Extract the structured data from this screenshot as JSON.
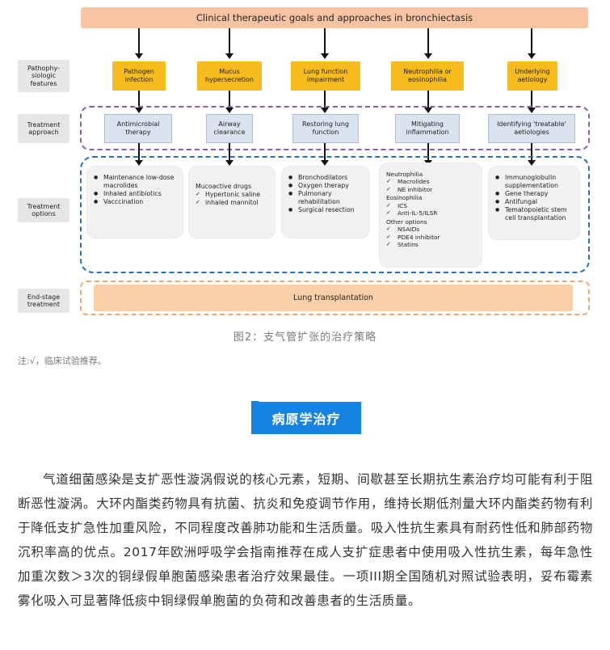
{
  "diagram": {
    "title": "Clinical therapeutic goals and approaches in bronchiectasis",
    "row_labels": {
      "pathophysiologic": "Pathophy-\nsiologic\nfeatures",
      "approach": "Treatment\napproach",
      "options": "Treatment\noptions",
      "endstage": "End-stage\ntreatment"
    },
    "features": [
      "Pathogen\ninfection",
      "Mucus\nhypersecretion",
      "Lung function\nimpairment",
      "Neutrophilia or\neosinophilia",
      "Underlying\naetiology"
    ],
    "approaches": [
      "Antimicrobial\ntherapy",
      "Airway\nclearance",
      "Restoring lung\nfunction",
      "Mitigating\ninflammation",
      "Identifying 'treatable'\naetiologies"
    ],
    "options": {
      "col1": [
        "Maintenance low-dose macrolides",
        "Inhaled antibiotics",
        "Vacccination"
      ],
      "col2": {
        "heading": "Mucoactive drugs",
        "items": [
          "Hypertonic saline",
          "inhaled mannitol"
        ]
      },
      "col3": [
        "Bronchodilators",
        "Oxygen therapy",
        "Pulmonary rehabilitation",
        "Surgical resection"
      ],
      "col4": {
        "neutrophilia_heading": "Neutrophilia",
        "neutrophilia_items": [
          "Macrolides",
          "NE inhibitor"
        ],
        "eosinophilia_heading": "Eosinophilia",
        "eosinophilia_items": [
          "ICS",
          "Anti-IL-5/ILSR"
        ],
        "other_heading": "Other options",
        "other_items": [
          "NSAIDs",
          "PDE4 inhibitor",
          "Statins"
        ]
      },
      "col5": [
        "Immunoglobulin supplementation",
        "Gene therapy",
        "Antifungal",
        "Tematopoietic stem cell transplantation"
      ]
    },
    "endstage": "Lung transplantation",
    "colors": {
      "title_bar": "#f9c4a4",
      "feature_box": "#f7bb1d",
      "approach_box": "#dae4f1",
      "approach_border": "#8a5fa8",
      "options_border": "#2c6fb7",
      "endstage_border": "#f0a871",
      "endstage_bar": "#f9cfa8"
    }
  },
  "caption": "图2：支气管扩张的治疗策略",
  "note": "注:√，临床试验推荐。",
  "section": {
    "title": "病原学治疗",
    "color": "#1682e2"
  },
  "paragraph": "气道细菌感染是支扩恶性漩涡假说的核心元素，短期、间歇甚至长期抗生素治疗均可能有利于阻断恶性漩涡。大环内酯类药物具有抗菌、抗炎和免疫调节作用，维持长期低剂量大环内酯类药物有利于降低支扩急性加重风险，不同程度改善肺功能和生活质量。吸入性抗生素具有耐药性低和肺部药物沉积率高的优点。2017年欧洲呼吸学会指南推荐在成人支扩症患者中使用吸入性抗生素，每年急性加重次数＞3次的铜绿假单胞菌感染患者治疗效果最佳。一项III期全国随机对照试验表明，妥布霉素雾化吸入可显著降低痰中铜绿假单胞菌的负荷和改善患者的生活质量。"
}
